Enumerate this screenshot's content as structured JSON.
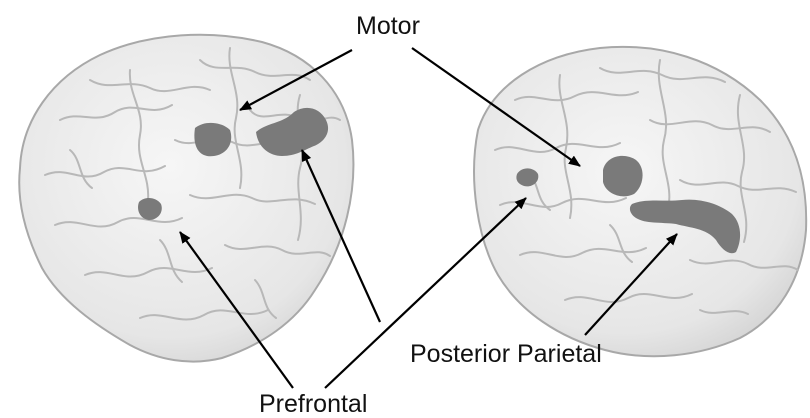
{
  "labels": {
    "motor": "Motor",
    "posterior_parietal": "Posterior Parietal",
    "prefrontal": "Prefrontal"
  },
  "colors": {
    "brain_surface": "#ececec",
    "sulci": "#b4b4b4",
    "region": "#7a7a7a",
    "arrow": "#000000",
    "background": "#ffffff"
  },
  "icons": {
    "left_brain": "brain-lateral-left-icon",
    "right_brain": "brain-posterior-right-icon"
  }
}
